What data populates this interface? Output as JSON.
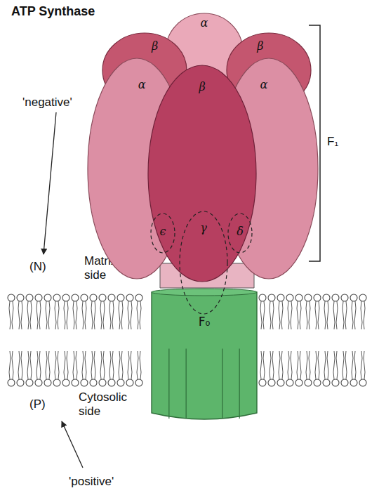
{
  "diagram": {
    "title": "ATP Synthase",
    "nodes": [
      {
        "text": [
          "α"
        ]
      },
      {
        "text": [
          "β"
        ]
      },
      {
        "text": [
          "β"
        ]
      },
      {
        "text": [
          "α"
        ]
      },
      {
        "text": [
          "β"
        ]
      },
      {
        "text": [
          "α"
        ]
      },
      {
        "text": [
          "ϵ"
        ]
      },
      {
        "text": [
          "γ"
        ]
      },
      {
        "text": [
          "δ"
        ]
      },
      {
        "text": [
          "F₀"
        ]
      }
    ],
    "labels": [
      "'negative'",
      "(N)",
      "Matrix side",
      "Cytosolic side",
      "(P)",
      "'positive'",
      "F₁"
    ]
  }
}
